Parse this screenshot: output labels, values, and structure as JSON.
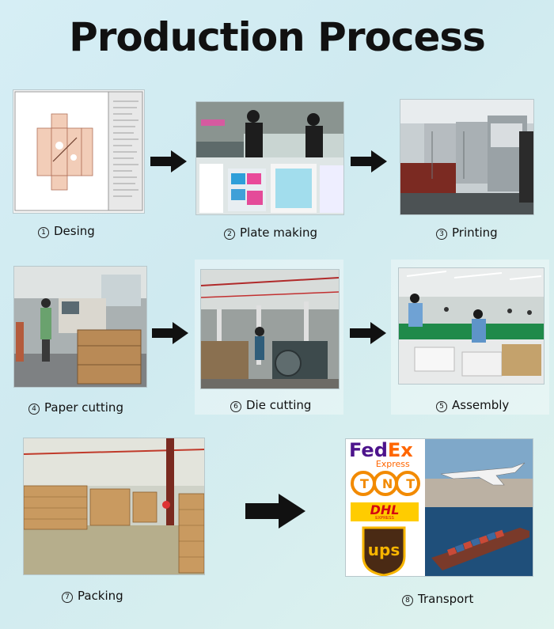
{
  "title": "Production Process",
  "steps": [
    {
      "num": "1",
      "label": "Desing",
      "icon": "design-screenshot"
    },
    {
      "num": "2",
      "label": "Plate making",
      "icon": "plate-making-photo"
    },
    {
      "num": "3",
      "label": "Printing",
      "icon": "printing-press-photo"
    },
    {
      "num": "4",
      "label": "Paper cutting",
      "icon": "paper-cutting-photo"
    },
    {
      "num": "6",
      "label": "Die cutting",
      "icon": "die-cutting-photo"
    },
    {
      "num": "5",
      "label": "Assembly",
      "icon": "assembly-photo"
    },
    {
      "num": "7",
      "label": "Packing",
      "icon": "warehouse-photo"
    },
    {
      "num": "8",
      "label": "Transport",
      "icon": "shipping-logos-photo"
    }
  ],
  "carriers": {
    "fedex_fed": "Fed",
    "fedex_ex": "Ex",
    "fedex_sub": "Express",
    "tnt": "TNT",
    "dhl": "DHL",
    "dhl_sub": "EXPRESS",
    "ups": "ups"
  },
  "colors": {
    "arrow": "#111111",
    "fedex_purple": "#4d148c",
    "fedex_orange": "#ff6600",
    "tnt_orange": "#f28a00",
    "dhl_yellow": "#ffcc00",
    "dhl_red": "#d40511",
    "ups_brown": "#4a2a14",
    "ups_gold": "#f7b500"
  }
}
